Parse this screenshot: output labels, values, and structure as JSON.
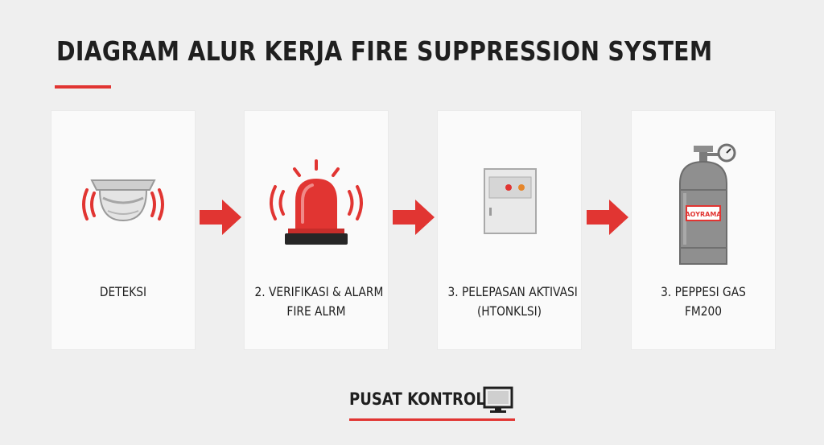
{
  "title": "DIAGRAM ALUR KERJA FIRE SUPPRESSION SYSTEM",
  "steps": [
    {
      "icon": "smoke-detector-icon",
      "lines": [
        "DETEKSI",
        ""
      ]
    },
    {
      "icon": "alarm-beacon-icon",
      "lines": [
        "2. VERIFIKASI & ALARM",
        "FIRE ALRM"
      ]
    },
    {
      "icon": "control-panel-icon",
      "lines": [
        "3. PELEPASAN AKTIVASI",
        "(HTONKLSI)"
      ]
    },
    {
      "icon": "gas-cylinder-icon",
      "lines": [
        "3. PEPPESI GAS",
        "FM200"
      ],
      "cylinder_label": "AOYRAMA"
    }
  ],
  "footer": {
    "label": "PUSAT KONTROL",
    "icon": "computer-monitor-icon"
  },
  "colors": {
    "accent": "#e13532",
    "background": "#efefef",
    "card": "#fafafa",
    "text": "#1f1f1f"
  }
}
